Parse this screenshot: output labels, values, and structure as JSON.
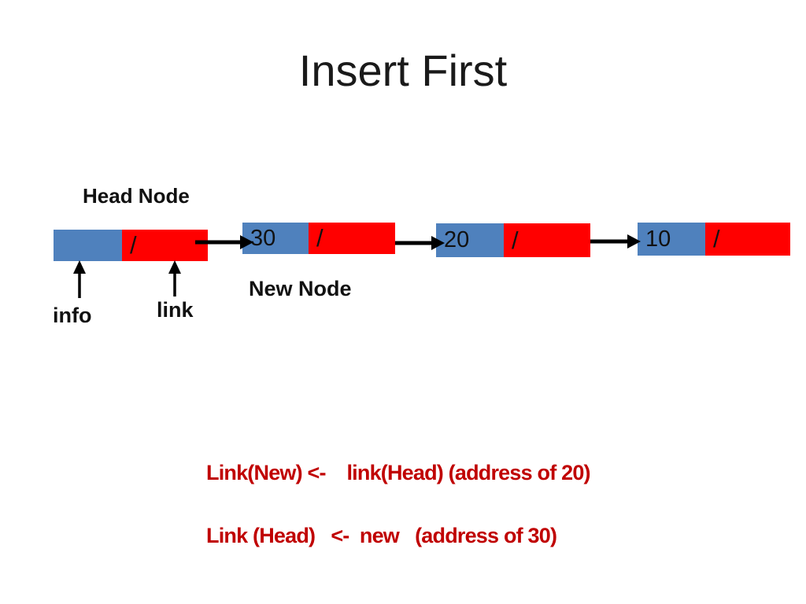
{
  "slide": {
    "title": "Insert First",
    "head_node_label": "Head Node",
    "info_label": "info",
    "link_label": "link",
    "new_node_label": "New Node",
    "head_node": {
      "info": "",
      "link": "/"
    },
    "nodes": [
      {
        "value": "30",
        "link": "/"
      },
      {
        "value": "20",
        "link": "/"
      },
      {
        "value": "10",
        "link": "/"
      }
    ],
    "statements": [
      "Link(New) <-    link(Head) (address of 20)",
      "Link (Head)   <-  new   (address of 30)"
    ],
    "icons": {
      "pointer_arrows": "right-arrow",
      "field_arrows": "up-arrow"
    }
  },
  "colors": {
    "node_blue": "#4f81bd",
    "node_red": "#ff0000",
    "statement_red": "#c00000",
    "text_black": "#1a1a1a"
  }
}
